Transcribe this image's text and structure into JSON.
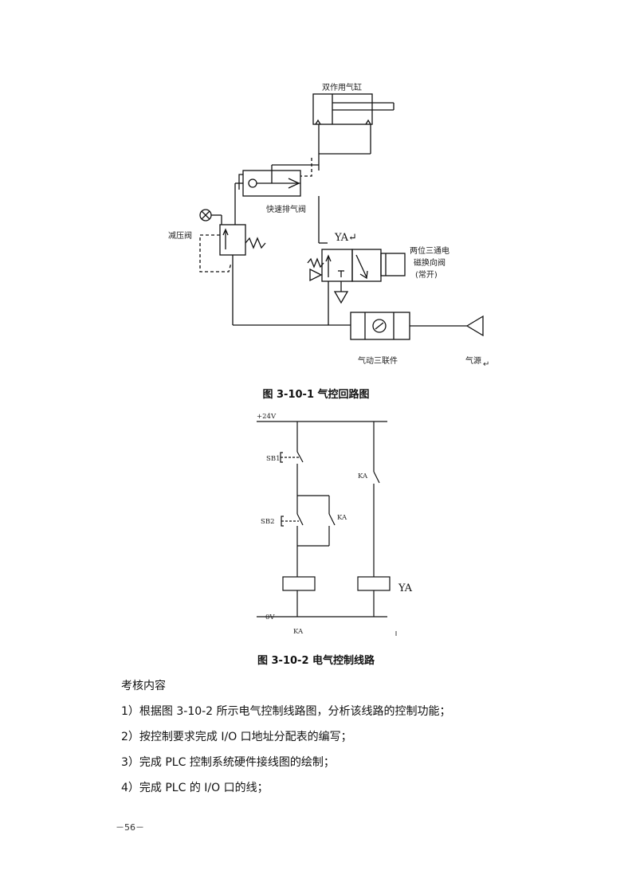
{
  "figure1": {
    "labels": {
      "cylinder": "双作用气缸",
      "quick_exhaust": "快速排气阀",
      "reducer": "减压阀",
      "ya": "YA↵",
      "solenoid_line1": "两位三通电",
      "solenoid_line2": "磁换向阀",
      "solenoid_line3": "(常开)",
      "frl": "气动三联件",
      "source": "气源",
      "source_mark": "↵"
    },
    "caption": "图 3-10-1  气控回路图"
  },
  "figure2": {
    "labels": {
      "v24": "+24V",
      "sb1": "SB1",
      "sb2": "SB2",
      "ka_contact": "KA",
      "ka_hold": "KA",
      "ya": "YA",
      "v0": "0V",
      "ka_coil": "KA"
    },
    "caption": "图 3-10-2  电气控制线路"
  },
  "content": {
    "heading": "考核内容",
    "items": [
      "1）根据图 3-10-2 所示电气控制线路图，分析该线路的控制功能；",
      "2）按控制要求完成 I/O 口地址分配表的编写；",
      "3）完成 PLC 控制系统硬件接线图的绘制；",
      "4）完成 PLC 的 I/O 口的线；"
    ]
  },
  "footer": {
    "page_number": "－56－"
  }
}
